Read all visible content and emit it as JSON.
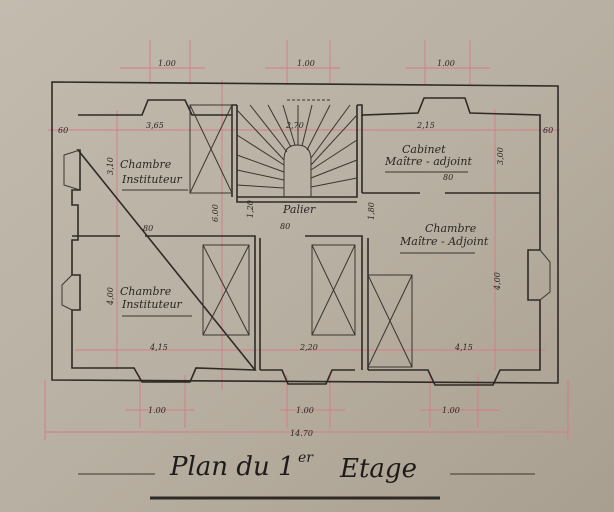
{
  "title": {
    "main": "Plan du 1",
    "sup": "er",
    "rest": "Etage"
  },
  "rooms": {
    "chambre_top_left": {
      "name": "Chambre",
      "role": "Instituteur"
    },
    "cabinet": {
      "name": "Cabinet",
      "role": "Maître - adjoint"
    },
    "palier": "Palier",
    "chambre_right": {
      "name": "Chambre",
      "role": "Maître - Adjoint"
    },
    "chambre_bottom_left": {
      "name": "Chambre",
      "role": "Instituteur"
    }
  },
  "dimensions": {
    "window_top_1": "1.00",
    "window_top_2": "1.00",
    "window_top_3": "1.00",
    "window_bottom_1": "1.00",
    "window_bottom_2": "1.00",
    "window_bottom_3": "1.00",
    "wall_left": "60",
    "wall_right": "60",
    "width_top_left": "3,65",
    "width_stair": "2,70",
    "width_cabinet": "2,15",
    "height_top_left": "3,10",
    "height_cabinet": "3,00",
    "door_cabinet": "80",
    "door_left": "80",
    "door_palier": "80",
    "height_center": "6.00",
    "palier_depth": "1,20",
    "palier_depth_right": "1,80",
    "height_bottom_left": "4,00",
    "height_right": "4,00",
    "width_bottom_left": "4,15",
    "width_bottom_center": "2,20",
    "width_bottom_right": "4,15",
    "total_length": "14.70"
  }
}
